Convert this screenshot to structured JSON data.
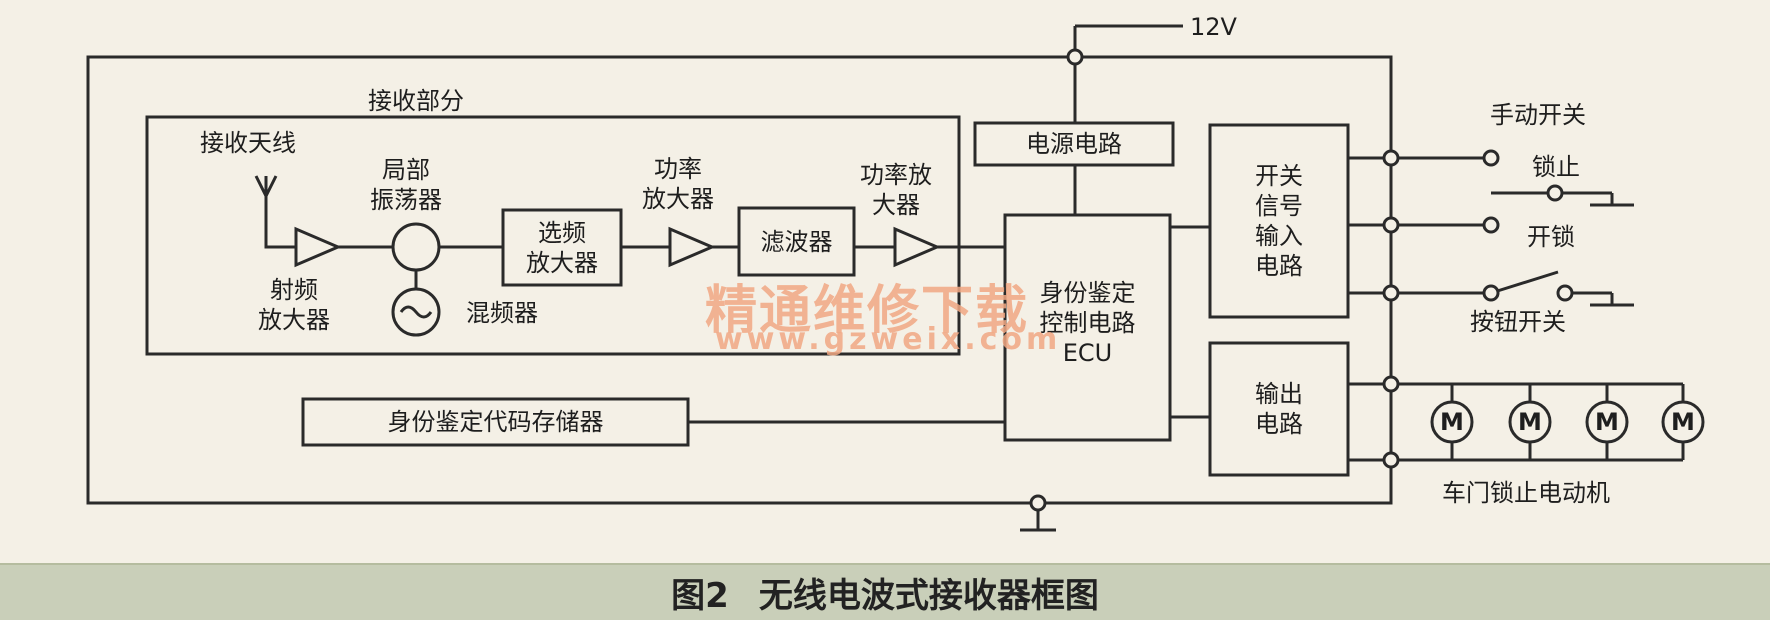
{
  "labels": {
    "voltage": "12V",
    "receive_section": "接收部分",
    "antenna": "接收天线",
    "rf_amp": "射频\n放大器",
    "local_osc": "局部\n振荡器",
    "mixer": "混频器",
    "freq_select_amp": "选频\n放大器",
    "power_amp_1": "功率\n放大器",
    "filter": "滤波器",
    "power_amp_2": "功率放\n大器",
    "power_supply": "电源电路",
    "ecu": "身份鉴定\n控制电路\nECU",
    "switch_input": "开关\n信号\n输入\n电路",
    "output_circuit": "输出\n电路",
    "code_memory": "身份鉴定代码存储器",
    "manual_switch": "手动开关",
    "lock": "锁止",
    "unlock": "开锁",
    "button_switch": "按钮开关",
    "motors": "车门锁止电动机",
    "motor_symbol": "M"
  },
  "watermark": {
    "line1": "精通维修下载",
    "line2": "www.gzweix.com"
  },
  "caption": {
    "number": "图2",
    "title": "无线电波式接收器框图"
  }
}
